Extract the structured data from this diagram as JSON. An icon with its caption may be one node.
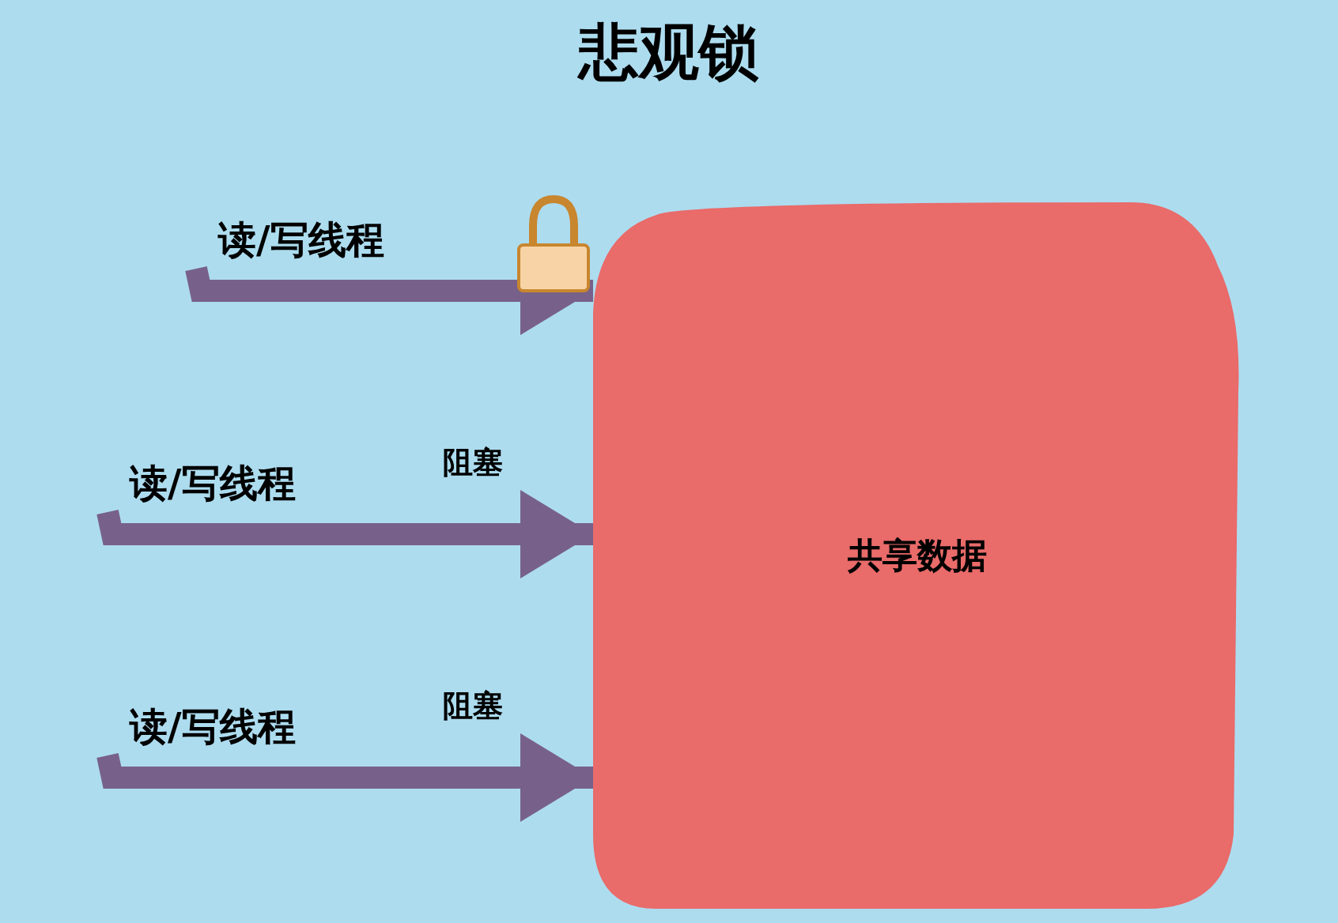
{
  "diagram": {
    "title": "悲观锁",
    "nodes": [
      {
        "text": [
          "读/写线程"
        ]
      },
      {
        "text": [
          "读/写线程"
        ]
      },
      {
        "text": [
          "读/写线程"
        ]
      },
      {
        "text": [
          "共享数据"
        ]
      }
    ],
    "edges": [
      {
        "from": 0,
        "to": 3,
        "arrow": "to"
      },
      {
        "from": 1,
        "to": 3,
        "arrow": "to",
        "label": "阻塞"
      },
      {
        "from": 2,
        "to": 3,
        "arrow": "to",
        "label": "阻塞"
      }
    ]
  }
}
